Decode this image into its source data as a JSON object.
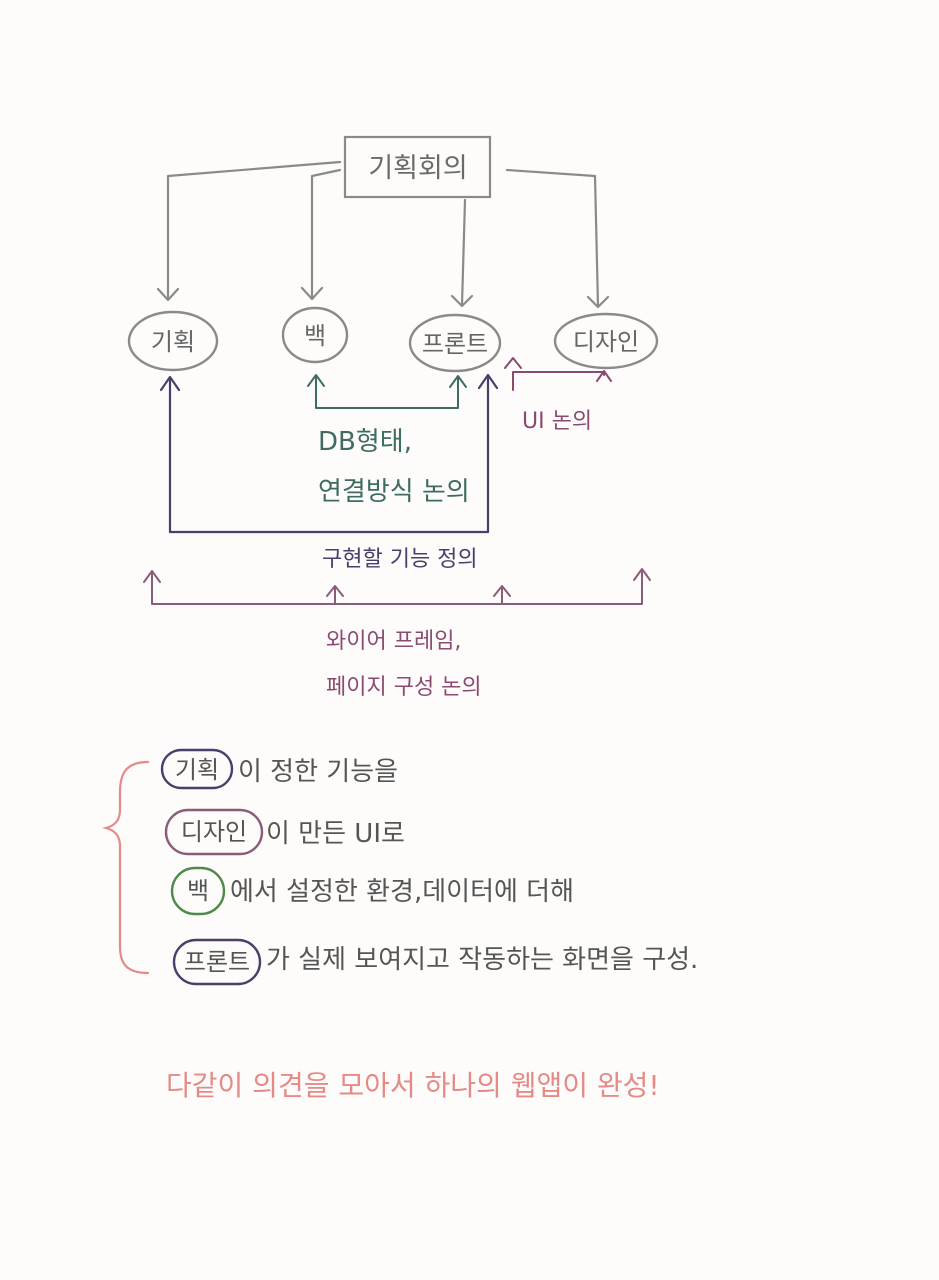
{
  "nodes": {
    "meeting": "기획회의",
    "planning": "기획",
    "back": "백",
    "front": "프론트",
    "design": "디자인"
  },
  "edges": {
    "ui_talk": "UI 논의",
    "db_line1": "DB형태,",
    "db_line2": "연결방식 논의",
    "feature_def": "구현할 기능 정의",
    "wire_line1": "와이어 프레임,",
    "wire_line2": "페이지 구성 논의"
  },
  "summary": [
    {
      "tag": "기획",
      "rest": "이 정한 기능을"
    },
    {
      "tag": "디자인",
      "rest": "이 만든 UI로"
    },
    {
      "tag": "백",
      "rest": "에서 설정한 환경,데이터에 더해"
    },
    {
      "tag": "프론트",
      "rest": "가 실제 보여지고 작동하는 화면을 구성."
    }
  ],
  "conclusion": "다같이 의견을 모아서 하나의 웹앱이 완성!",
  "colors": {
    "gray": "#8a8a8a",
    "teal": "#3f6b63",
    "purple": "#4a3f6b",
    "plum": "#8b4a72",
    "mauve": "#8b5c7a",
    "green": "#4f8a4a",
    "salmon": "#e58a86",
    "ink": "#555555"
  }
}
